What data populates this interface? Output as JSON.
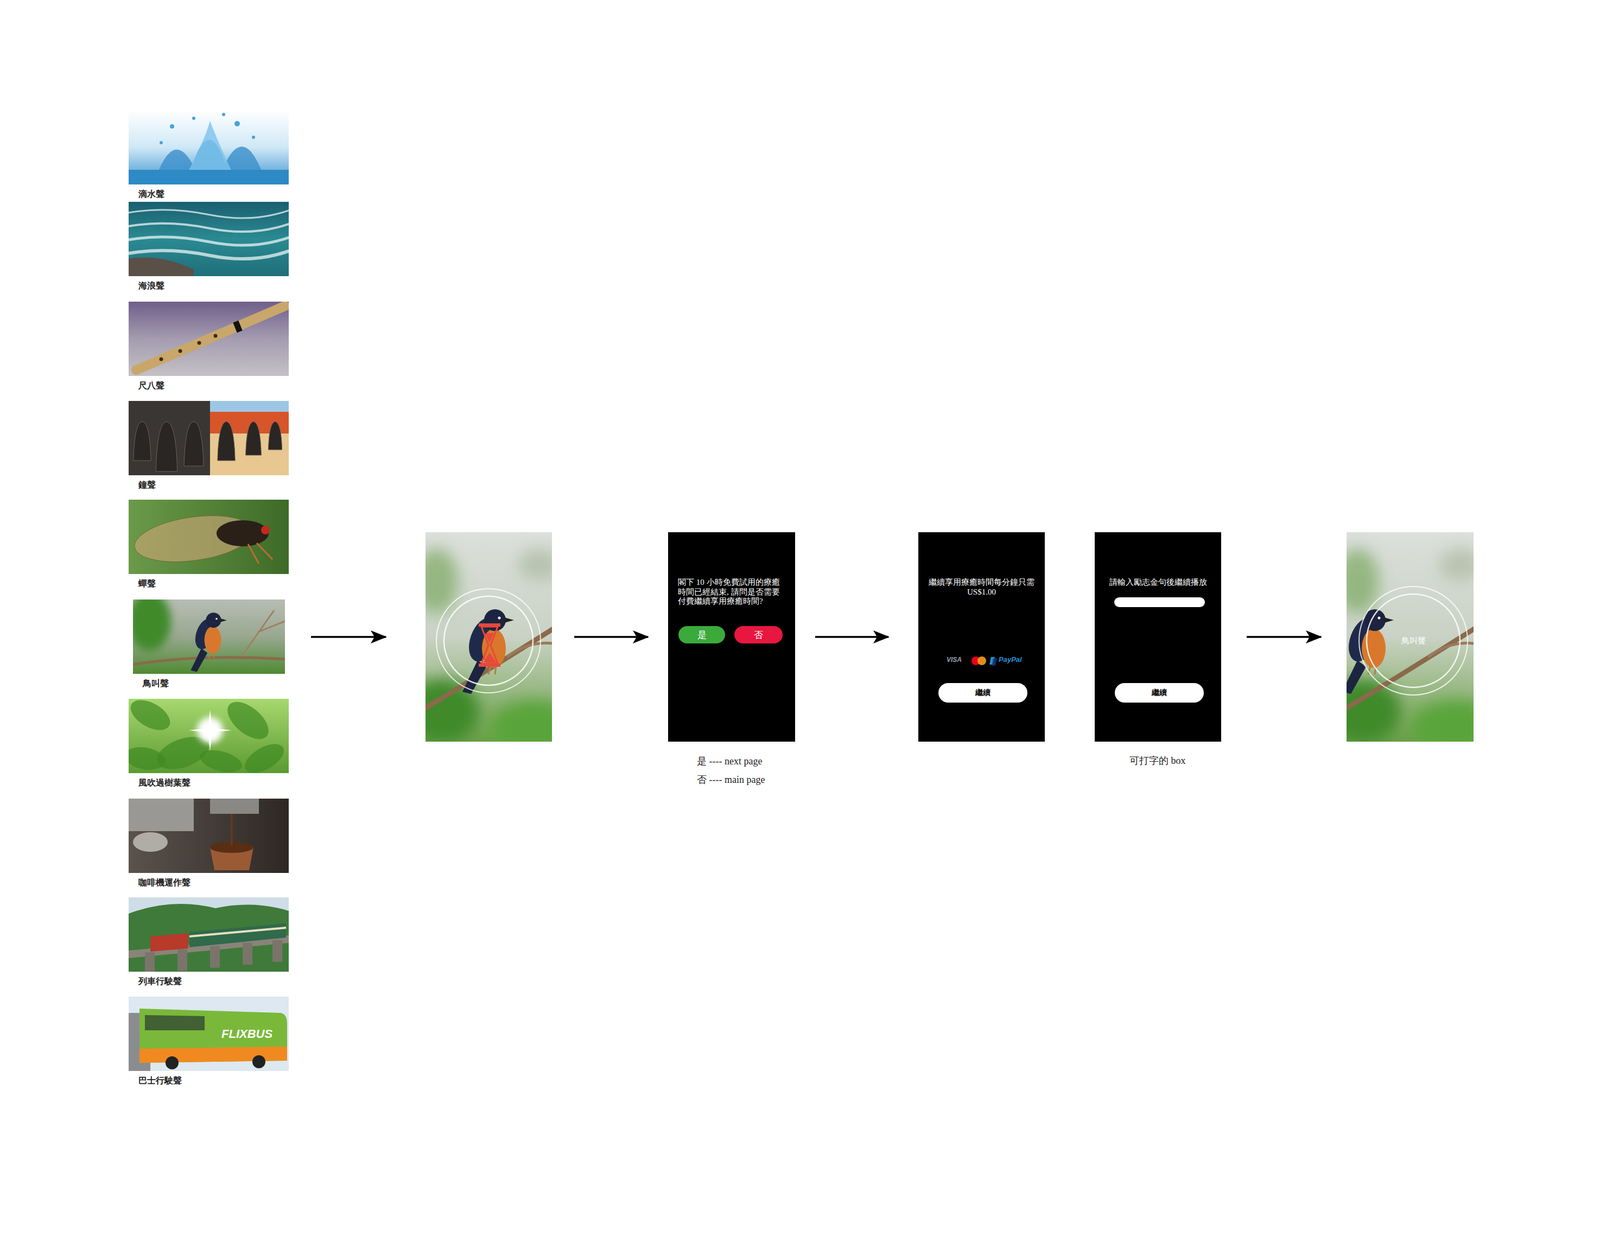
{
  "diagram": {
    "nodes": [
      {
        "text": [
          "滴水聲"
        ]
      },
      {
        "text": [
          "海浪聲"
        ]
      },
      {
        "text": [
          "尺八聲"
        ]
      },
      {
        "text": [
          "鐘聲"
        ]
      },
      {
        "text": [
          "蟬聲"
        ]
      },
      {
        "text": [
          "鳥叫聲"
        ]
      },
      {
        "text": [
          "風吹過樹葉聲"
        ]
      },
      {
        "text": [
          "咖啡機運作聲"
        ]
      },
      {
        "text": [
          "列車行駛聲"
        ]
      },
      {
        "text": [
          "巴士行駛聲"
        ]
      },
      {
        "text": []
      },
      {
        "text": [
          "閣下 10 小時免費試用的療癒時間已經結束, 請問是否需要付費繼續享用療癒時間?"
        ]
      },
      {
        "text": [
          "是"
        ],
        "in": 11
      },
      {
        "text": [
          "否"
        ],
        "in": 11
      },
      {
        "text": [
          "繼續享用療癒時間每分鐘只需 US$1.00"
        ]
      },
      {
        "text": [
          "繼續"
        ],
        "in": 14
      },
      {
        "text": [
          "請輸入勵志金句後繼續播放"
        ]
      },
      {
        "text": [
          "繼續"
        ],
        "in": 16
      },
      {
        "text": [
          "鳥叫聲"
        ]
      }
    ],
    "edges": [
      {
        "from": 5,
        "to": 10,
        "arrow": "to"
      },
      {
        "from": 10,
        "to": 11,
        "arrow": "to"
      },
      {
        "from": 11,
        "to": 14,
        "arrow": "to"
      },
      {
        "from": 16,
        "to": 18,
        "arrow": "to"
      }
    ],
    "labels": [
      "FLIXBUS",
      "是 ---- next page",
      "否 ---- main page",
      "VISA",
      "PayPal",
      "可打字的 box"
    ]
  }
}
